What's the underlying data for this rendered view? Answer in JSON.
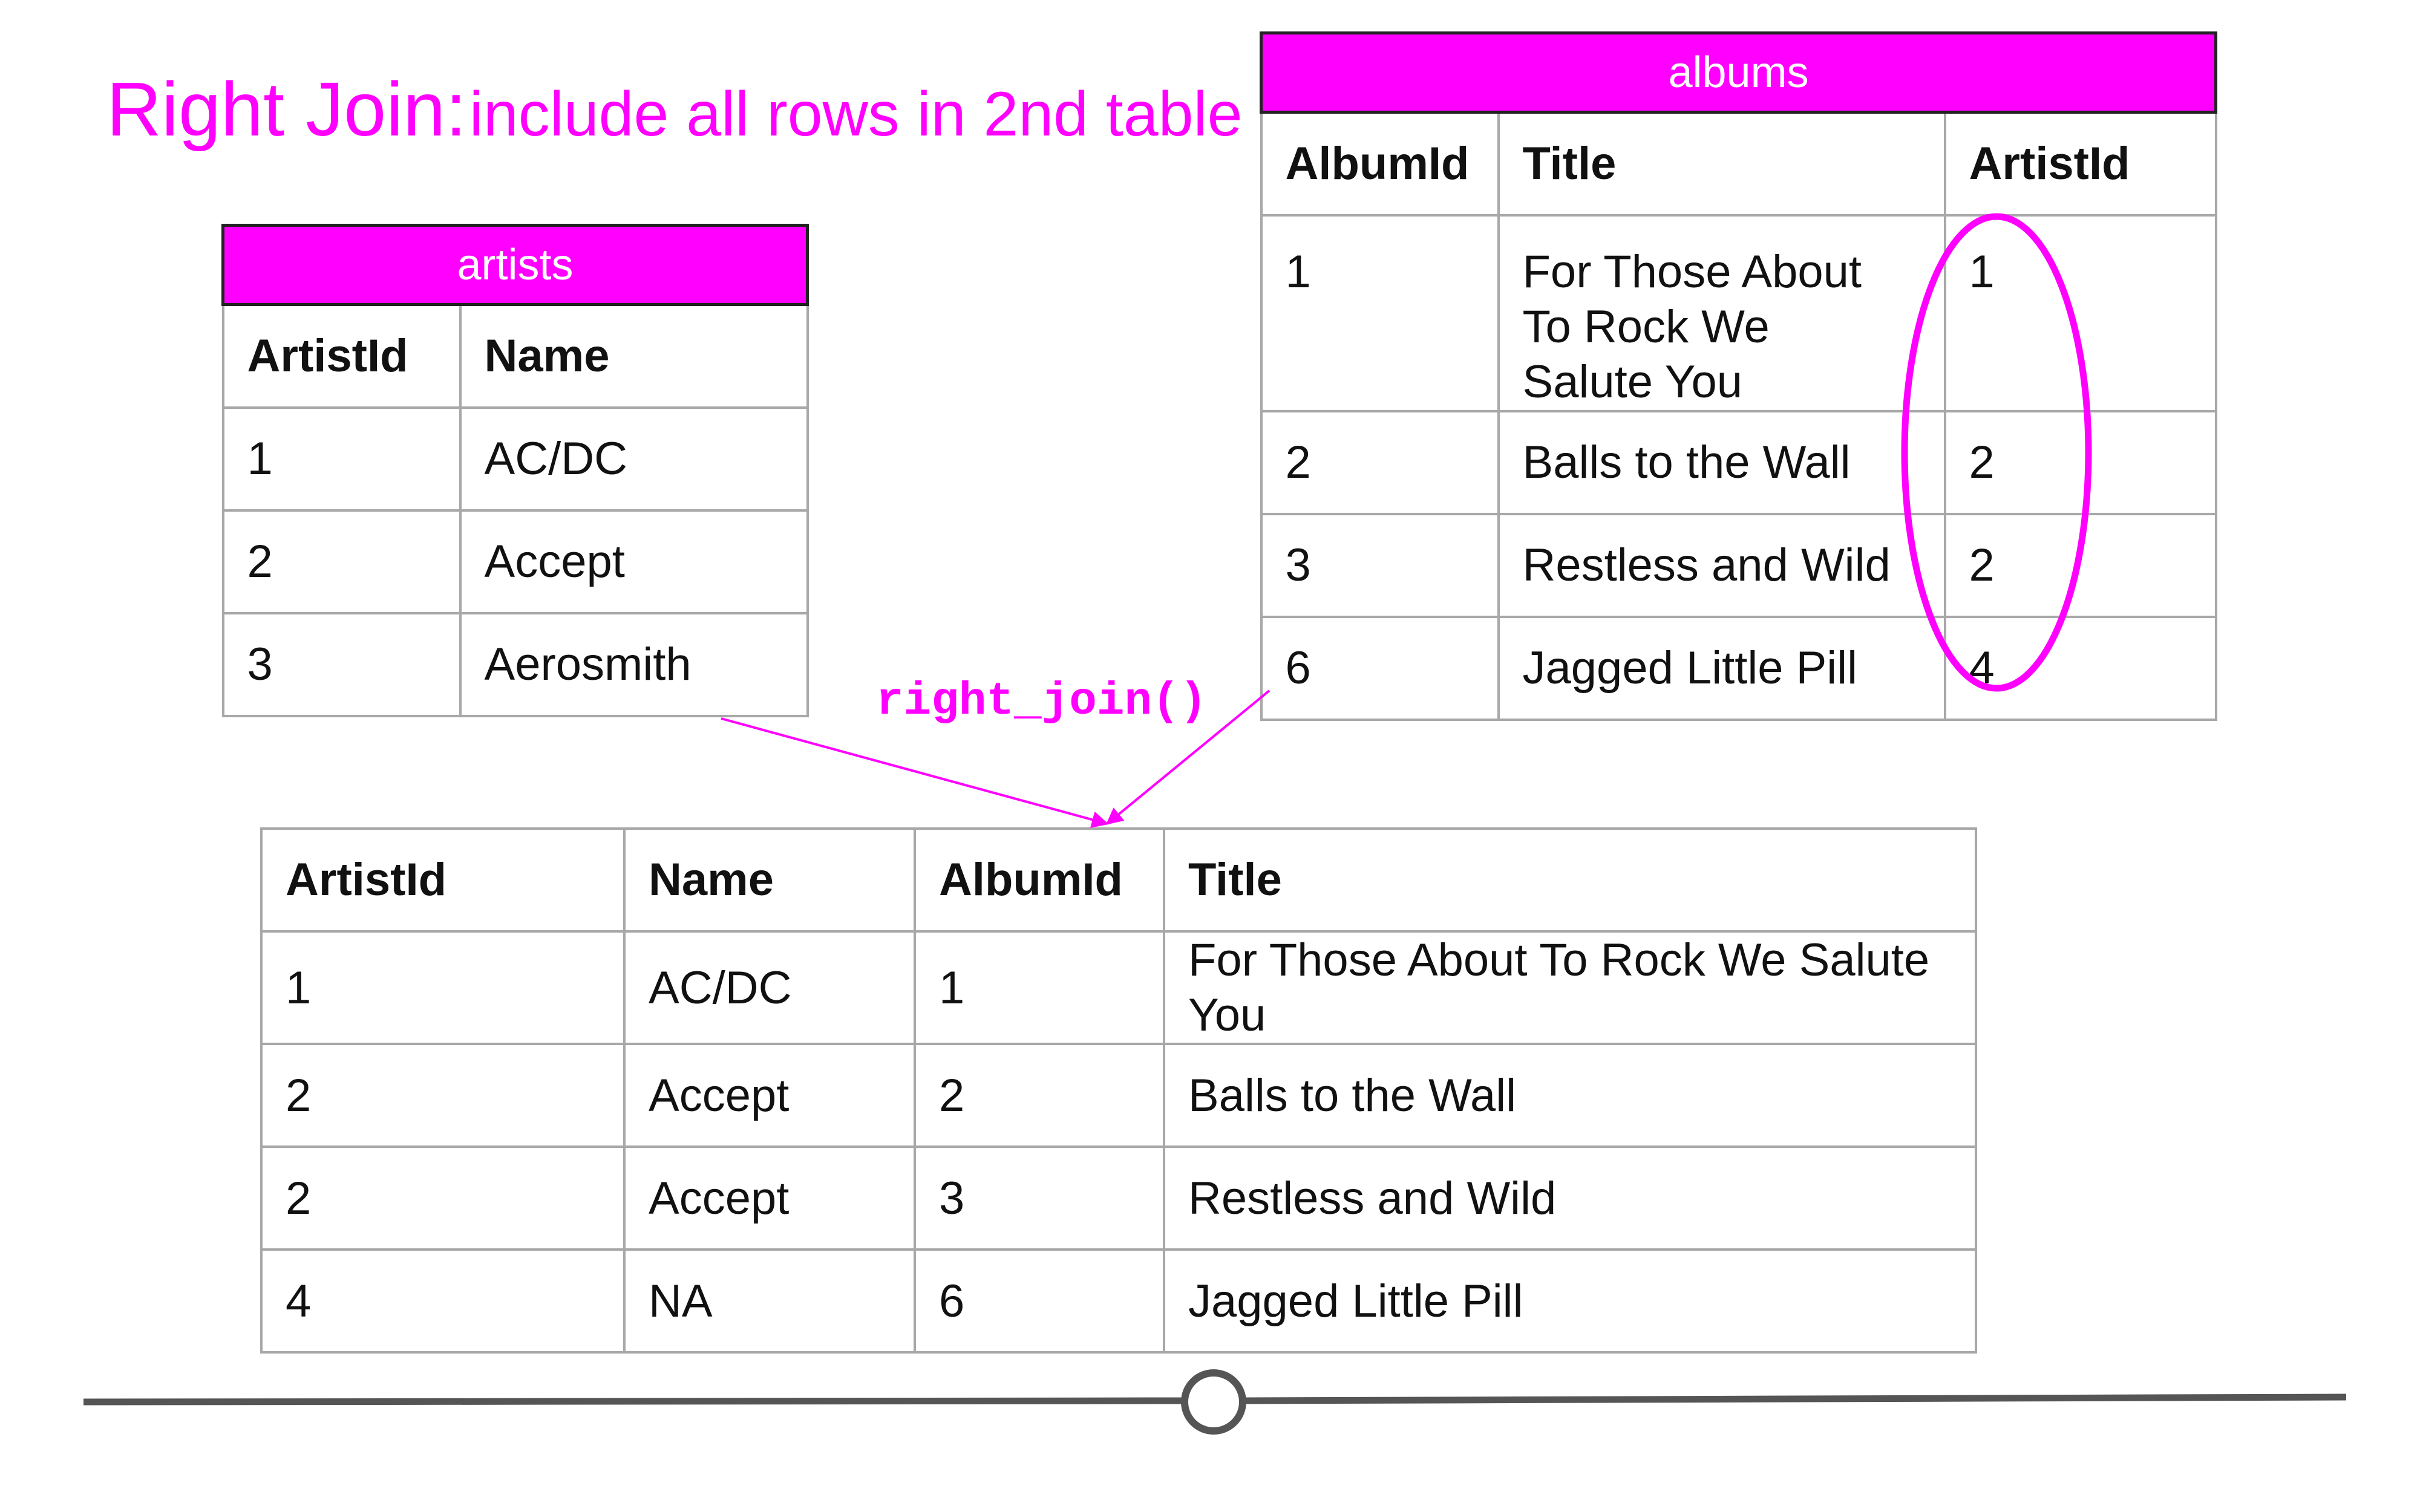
{
  "colors": {
    "accent": "#ff00ff",
    "grid": "#a8a8a8",
    "track": "#555555"
  },
  "title": {
    "main": "Right Join:",
    "sub": "include all rows in 2nd table"
  },
  "function_label": "right_join()",
  "artists": {
    "caption": "artists",
    "headers": [
      "ArtistId",
      "Name"
    ],
    "rows": [
      [
        "1",
        "AC/DC"
      ],
      [
        "2",
        "Accept"
      ],
      [
        "3",
        "Aerosmith"
      ]
    ]
  },
  "albums": {
    "caption": "albums",
    "headers": [
      "AlbumId",
      "Title",
      "ArtistId"
    ],
    "rows": [
      [
        "1",
        "For Those About To Rock We Salute You",
        "1"
      ],
      [
        "2",
        "Balls to the Wall",
        "2"
      ],
      [
        "3",
        "Restless and Wild",
        "2"
      ],
      [
        "6",
        "Jagged Little Pill",
        "4"
      ]
    ]
  },
  "result": {
    "headers": [
      "ArtistId",
      "Name",
      "AlbumId",
      "Title"
    ],
    "rows": [
      [
        "1",
        "AC/DC",
        "1",
        "For Those About To Rock We Salute You"
      ],
      [
        "2",
        "Accept",
        "2",
        "Balls to the Wall"
      ],
      [
        "2",
        "Accept",
        "3",
        "Restless and Wild"
      ],
      [
        "4",
        "NA",
        "6",
        "Jagged Little Pill"
      ]
    ]
  }
}
